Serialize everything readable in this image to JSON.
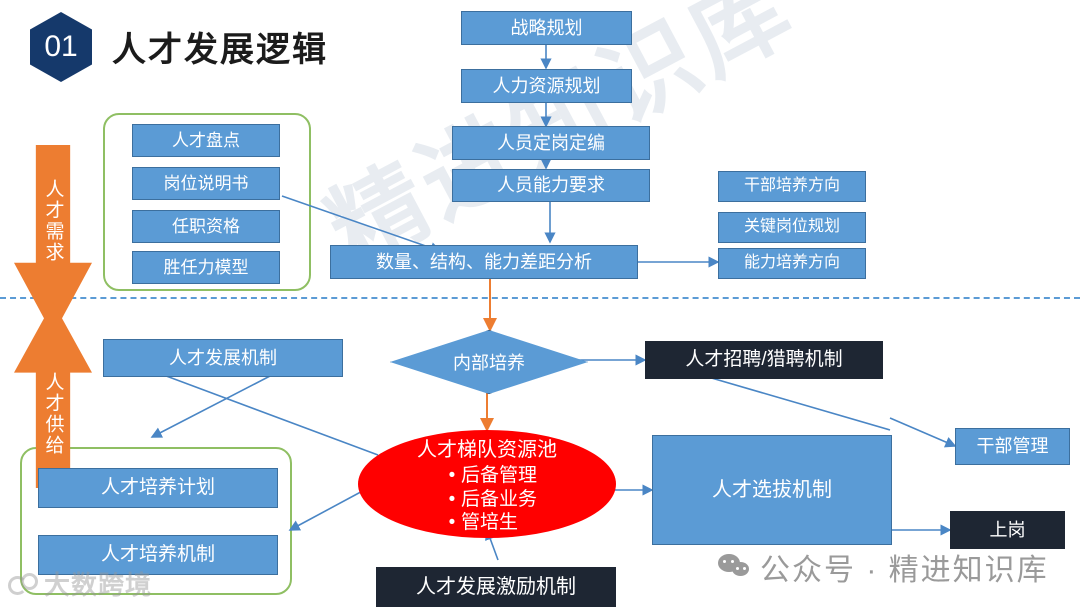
{
  "slide": {
    "badge_number": "01",
    "title": "人才发展逻辑",
    "accent_blue": "#5b9bd5",
    "accent_dark": "#1e2633",
    "accent_orange": "#ed7d31",
    "accent_red": "#ff0000",
    "accent_green": "#8fbf63",
    "badge_navy": "#15396b"
  },
  "side_arrows": {
    "demand": "人才需求",
    "supply": "人才供给"
  },
  "demand_group": {
    "items": [
      {
        "label": "人才盘点"
      },
      {
        "label": "岗位说明书"
      },
      {
        "label": "任职资格"
      },
      {
        "label": "胜任力模型"
      }
    ]
  },
  "top_chain": {
    "items": [
      {
        "label": "战略规划"
      },
      {
        "label": "人力资源规划"
      },
      {
        "label": "人员定岗定编"
      },
      {
        "label": "人员能力要求"
      }
    ],
    "gap_analysis": "数量、结构、能力差距分析"
  },
  "right_column": {
    "items": [
      {
        "label": "干部培养方向"
      },
      {
        "label": "关键岗位规划"
      },
      {
        "label": "能力培养方向"
      }
    ]
  },
  "supply_section": {
    "development_mechanism": "人才发展机制",
    "training_items": [
      {
        "label": "人才培养计划"
      },
      {
        "label": "人才培养机制"
      }
    ]
  },
  "center_flow": {
    "diamond": "内部培养",
    "recruit_box": "人才招聘/猎聘机制",
    "pool": {
      "title": "人才梯队资源池",
      "bullets": [
        "后备管理",
        "后备业务",
        "管培生"
      ]
    },
    "incentive_box": "人才发展激励机制"
  },
  "selection_flow": {
    "selection_mechanism": "人才选拔机制",
    "cadre_management": "干部管理",
    "onboarding": "上岗"
  },
  "watermarks": {
    "diagonal": "精进知识库",
    "wechat": "公众号 · 精进知识库",
    "bottom_left": "大数跨境"
  }
}
